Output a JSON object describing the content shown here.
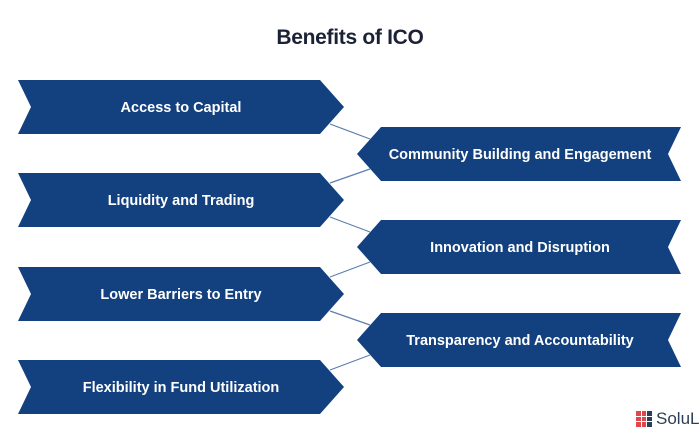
{
  "title": "Benefits of ICO",
  "colors": {
    "shape": "#13417f",
    "connector": "#5d7fae",
    "text": "#ffffff"
  },
  "left_items": [
    {
      "label": "Access to Capital"
    },
    {
      "label": "Liquidity and Trading"
    },
    {
      "label": "Lower Barriers to Entry"
    },
    {
      "label": "Flexibility in Fund Utilization"
    }
  ],
  "right_items": [
    {
      "label": "Community Building and Engagement"
    },
    {
      "label": "Innovation and Disruption"
    },
    {
      "label": "Transparency and Accountability"
    }
  ],
  "logo": {
    "text": "SoluL"
  }
}
